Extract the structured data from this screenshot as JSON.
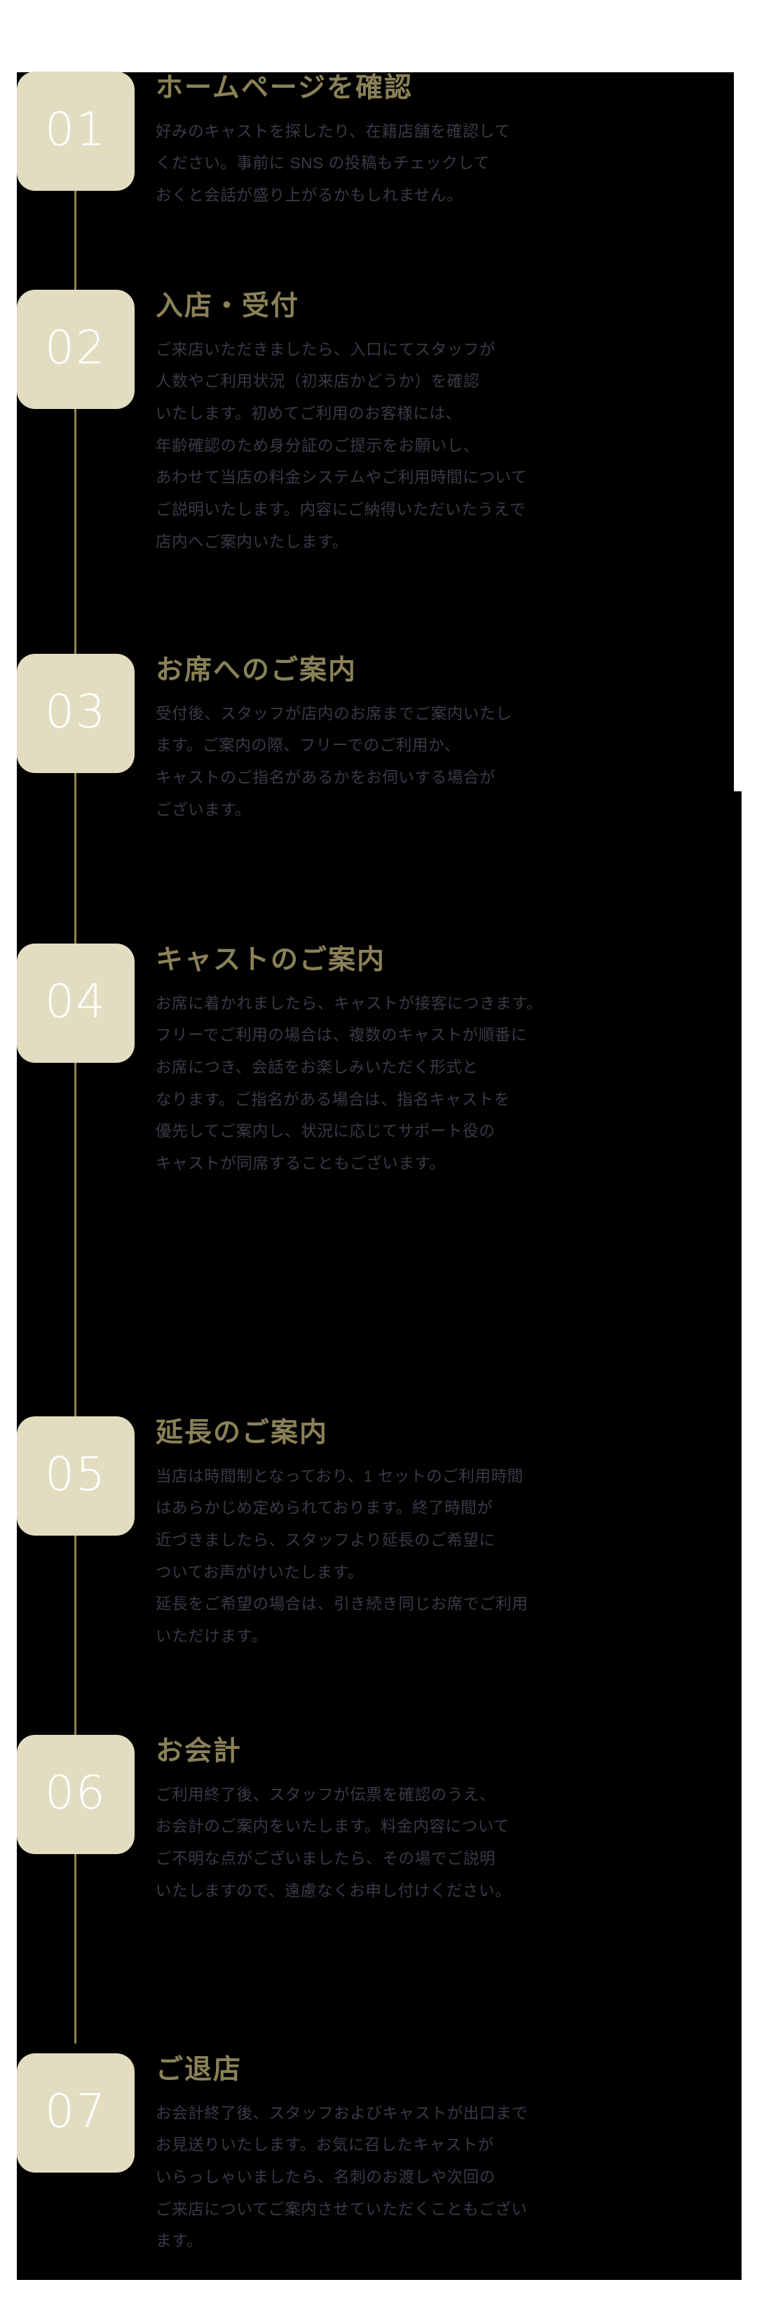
{
  "theme": {
    "page_background": "#ffffff",
    "panel_background": "#000000",
    "badge_background": "#e2ddc1",
    "badge_number_color": "#ffffff",
    "heading_color": "#8a8158",
    "body_text_color": "#3a3a47",
    "timeline_line_color": "#8d8459"
  },
  "flow": {
    "steps": [
      {
        "number": "01",
        "title": "ホームページを確認",
        "text": "好みのキャストを探したり、在籍店舗を確認して\nください。事前に SNS の投稿もチェックして\nおくと会話が盛り上がるかもしれません。"
      },
      {
        "number": "02",
        "title": "入店・受付",
        "text": "ご来店いただきましたら、入口にてスタッフが\n人数やご利用状況（初来店かどうか）を確認\nいたします。初めてご利用のお客様には、\n年齢確認のため身分証のご提示をお願いし、\nあわせて当店の料金システムやご利用時間について\nご説明いたします。内容にご納得いただいたうえで\n店内へご案内いたします。"
      },
      {
        "number": "03",
        "title": "お席へのご案内",
        "text": "受付後、スタッフが店内のお席までご案内いたし\nます。ご案内の際、フリーでのご利用か、\nキャストのご指名があるかをお伺いする場合が\nございます。"
      },
      {
        "number": "04",
        "title": "キャストのご案内",
        "text": "お席に着かれましたら、キャストが接客につきます。\nフリーでご利用の場合は、複数のキャストが順番に\nお席につき、会話をお楽しみいただく形式と\nなります。ご指名がある場合は、指名キャストを\n優先してご案内し、状況に応じてサポート役の\nキャストが同席することもございます。"
      },
      {
        "number": "05",
        "title": "延長のご案内",
        "text": "当店は時間制となっており、1 セットのご利用時間\nはあらかじめ定められております。終了時間が\n近づきましたら、スタッフより延長のご希望に\nついてお声がけいたします。\n延長をご希望の場合は、引き続き同じお席でご利用\nいただけます。"
      },
      {
        "number": "06",
        "title": "お会計",
        "text": "ご利用終了後、スタッフが伝票を確認のうえ、\nお会計のご案内をいたします。料金内容について\nご不明な点がございましたら、その場でご説明\nいたしますので、遠慮なくお申し付けください。"
      },
      {
        "number": "07",
        "title": "ご退店",
        "text": "お会計終了後、スタッフおよびキャストが出口まで\nお見送りいたします。お気に召したキャストが\nいらっしゃいましたら、名刺のお渡しや次回の\nご来店についてご案内させていただくこともござい\nます。"
      }
    ]
  }
}
